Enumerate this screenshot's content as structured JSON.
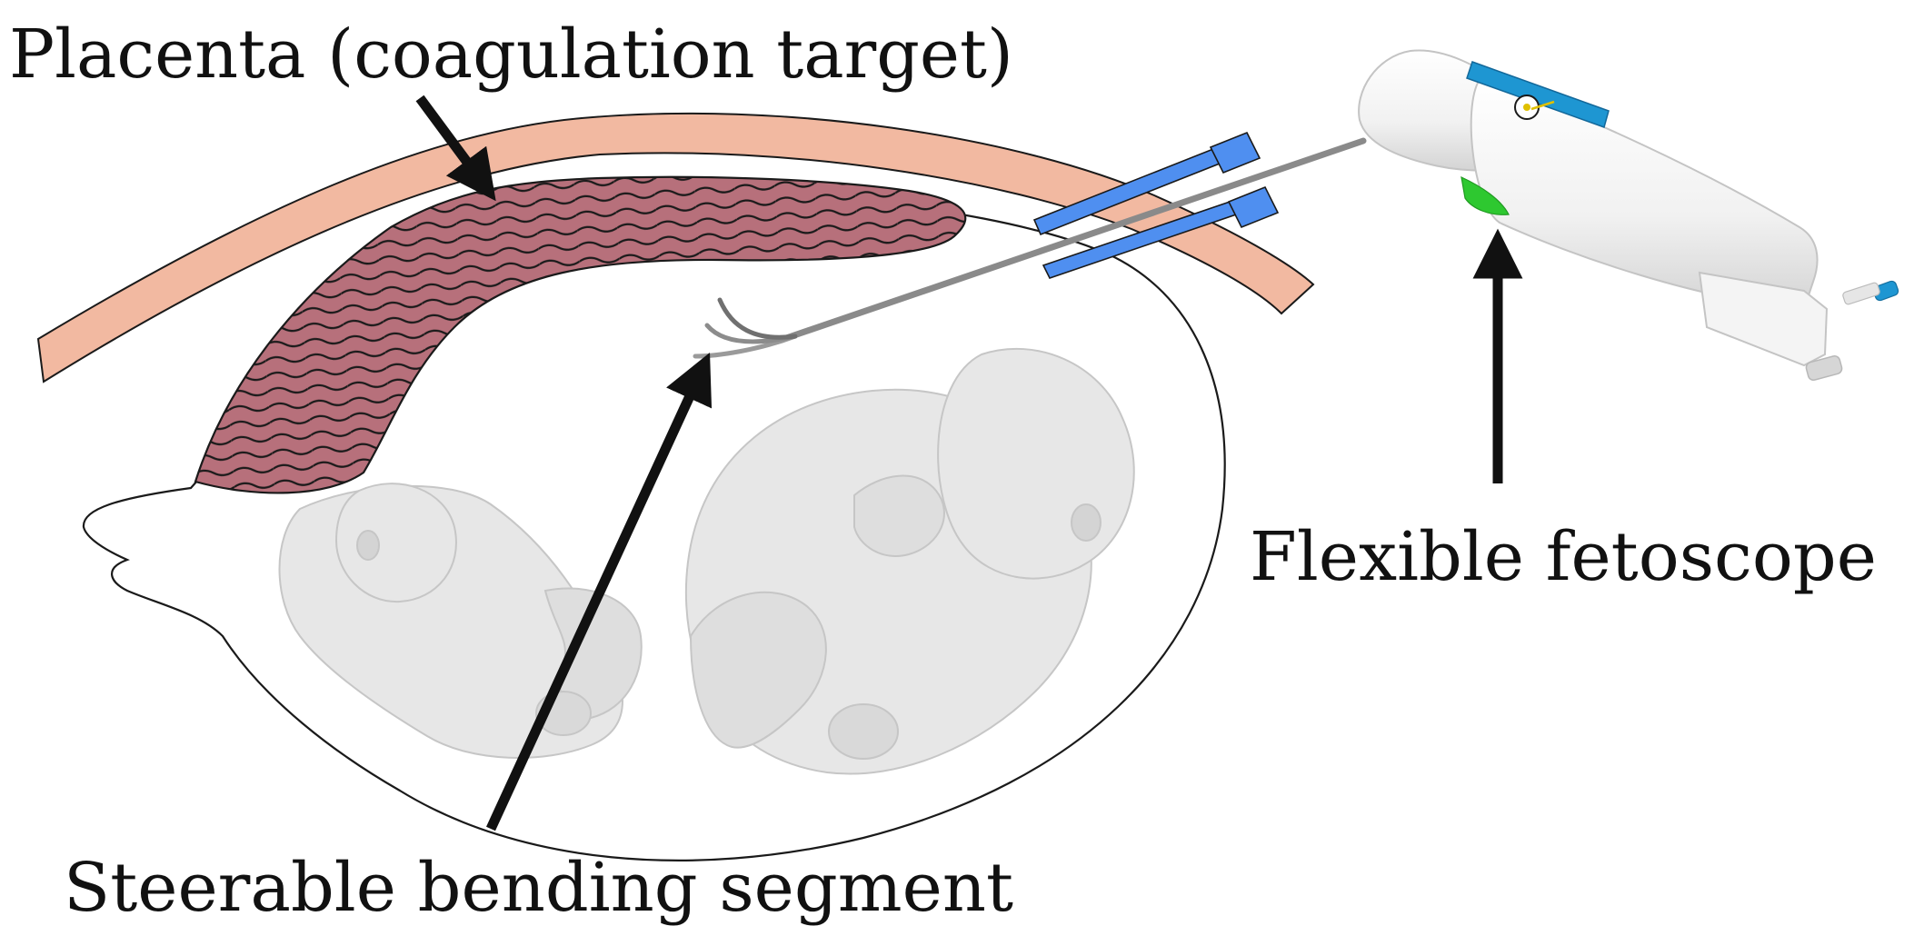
{
  "labels": {
    "placenta": "Placenta (coagulation target)",
    "fetoscope": "Flexible fetoscope",
    "bending_segment": "Steerable bending segment"
  },
  "colors": {
    "uterine_wall": "#f2b9a1",
    "placenta": "#b7707b",
    "trocar": "#4f8ff0",
    "handle_accent": "#1e96d2",
    "button": "#2ec830",
    "fetus": "#e7e7e7",
    "outline": "#111111",
    "shaft": "#8a8a8a"
  },
  "icons": {
    "fetus_left": "fetus-icon",
    "fetus_right": "fetus-icon",
    "fetoscope_handle": "fetoscope-handle-icon"
  }
}
